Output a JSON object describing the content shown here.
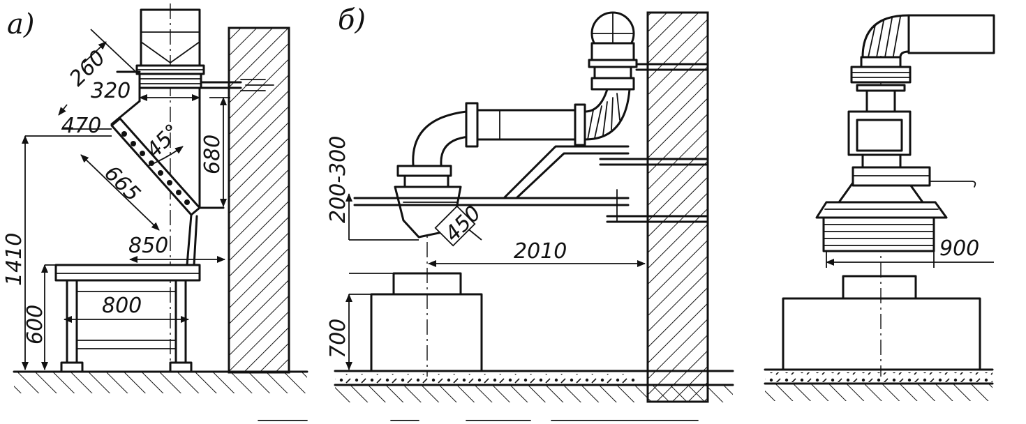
{
  "panels": {
    "a": {
      "label": "а)"
    },
    "b": {
      "label": "б)"
    }
  },
  "dimensions": {
    "d260": "260",
    "d320": "320",
    "d470": "470",
    "d45": "45°",
    "d680": "680",
    "d665": "665",
    "d1410": "1410",
    "d850": "850",
    "d800": "800",
    "d600": "600",
    "d200_300": "200-300",
    "d450": "450",
    "d2010": "2010",
    "d700": "700",
    "d900": "900"
  },
  "colors": {
    "ink": "#111111",
    "paper": "#ffffff"
  }
}
